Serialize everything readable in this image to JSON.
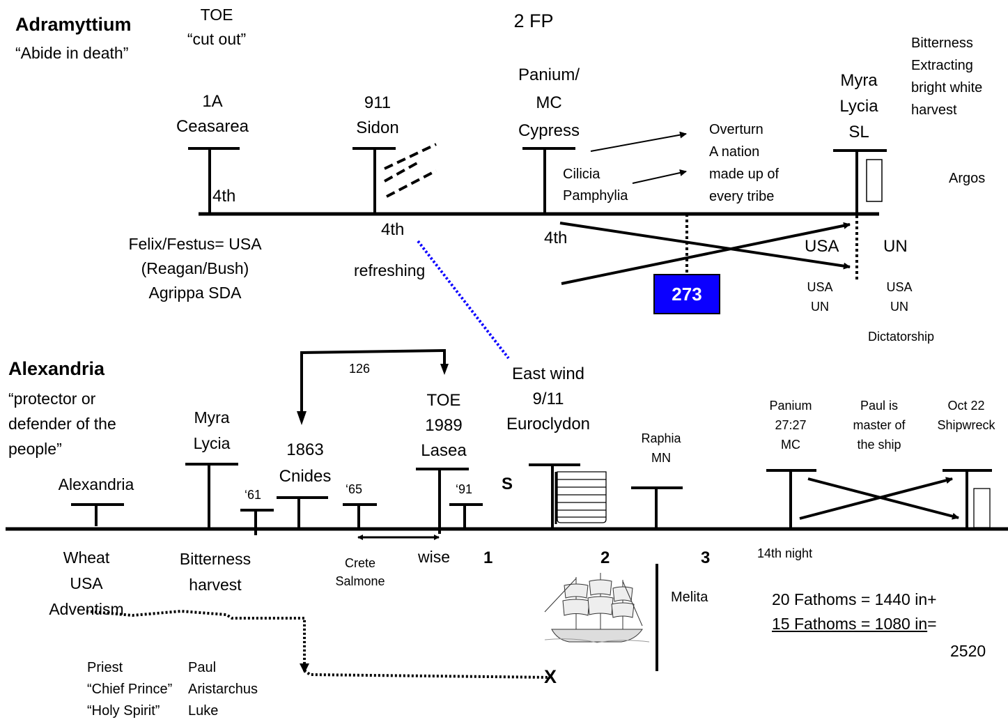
{
  "top": {
    "heading": "Adramyttium",
    "heading_sub": "“Abide in death”",
    "toe": "TOE",
    "cut_out": "“cut out”",
    "fp": "2  FP",
    "bitterness_list": [
      "Bitterness",
      "Extracting",
      "bright white",
      "harvest"
    ],
    "station_1a": [
      "1A",
      "Ceasarea"
    ],
    "station_911": [
      "911",
      "Sidon"
    ],
    "station_panium": [
      "Panium/",
      "MC",
      "Cypress"
    ],
    "station_myra": [
      "Myra",
      "Lycia",
      "SL"
    ],
    "fourth_1": "4th",
    "fourth_2": "4th",
    "fourth_3": "4th",
    "cilicia": [
      "Cilicia",
      "Pamphylia"
    ],
    "overturn": [
      "Overturn",
      "A nation",
      "made up of",
      "every tribe"
    ],
    "argos": "Argos",
    "felix": [
      "Felix/Festus= USA",
      "(Reagan/Bush)",
      "Agrippa  SDA"
    ],
    "refreshing": "refreshing",
    "box_273": "273",
    "usa_big": "USA",
    "un_big": "UN",
    "usa_un_left": [
      "USA",
      "UN"
    ],
    "usa_un_right": [
      "USA",
      "UN"
    ],
    "dictatorship": "Dictatorship"
  },
  "bottom": {
    "heading": "Alexandria",
    "heading_sub": [
      "“protector or",
      "defender of the",
      "people”"
    ],
    "alexandria": "Alexandria",
    "myra": [
      "Myra",
      "Lycia"
    ],
    "n126": "126",
    "cnides": [
      "1863",
      "Cnides"
    ],
    "toe_lasea": [
      "TOE",
      "1989",
      "Lasea"
    ],
    "east_wind": [
      "East wind",
      "9/11",
      "Euroclydon"
    ],
    "raphia": [
      "Raphia",
      "MN"
    ],
    "panium": [
      "Panium",
      "27:27",
      "MC"
    ],
    "paul_master": [
      "Paul is",
      "master of",
      "the ship"
    ],
    "oct22": [
      "Oct 22",
      "Shipwreck"
    ],
    "y61": "‘61",
    "y65": "‘65",
    "y91": "‘91",
    "s": "S",
    "wheat": [
      "Wheat",
      "USA",
      "Adventism"
    ],
    "bitterness": [
      "Bitterness",
      "harvest"
    ],
    "crete": [
      "Crete",
      "Salmone"
    ],
    "wise": "wise",
    "n1": "1",
    "n2": "2",
    "n3": "3",
    "fourteenth": "14th night",
    "melita": "Melita",
    "fathoms_1": "20 Fathoms = 1440 in+",
    "fathoms_2": "15 Fathoms = 1080 in",
    "fathoms_2_tail": "=",
    "total": "2520",
    "priest": [
      "Priest",
      "“Chief Prince”",
      "“Holy Spirit”"
    ],
    "paul_list": [
      "Paul",
      "Aristarchus",
      "Luke"
    ],
    "x_mark": "X"
  },
  "colors": {
    "box_fill": "#0b00ff",
    "dotted_blue": "#0b00ff"
  },
  "icons": [
    "ship-icon"
  ]
}
